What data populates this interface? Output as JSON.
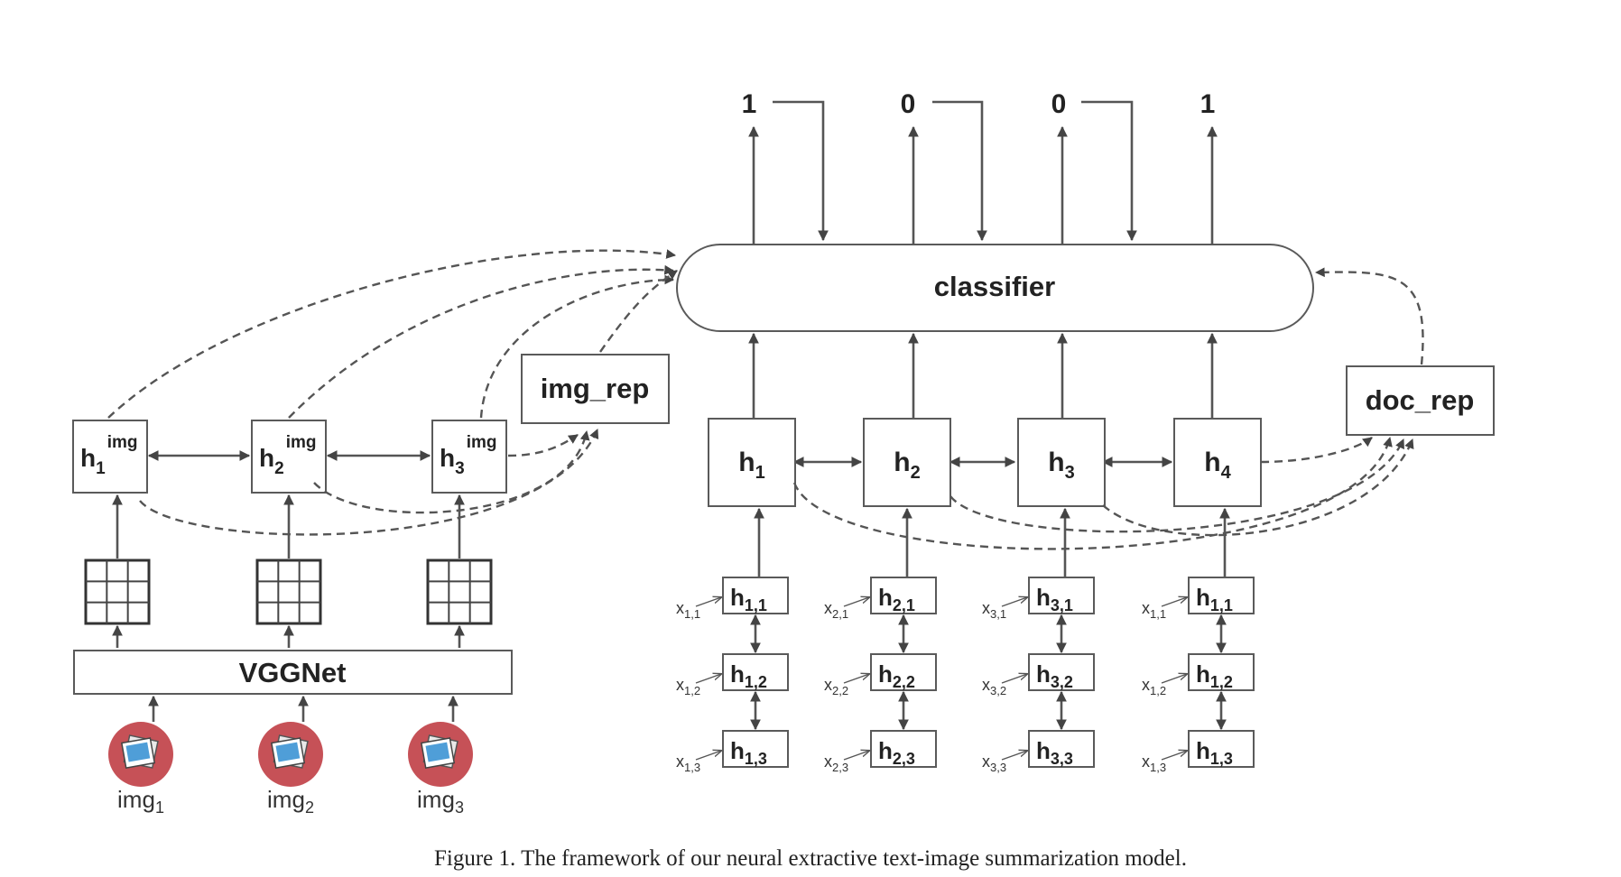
{
  "outputs": [
    "1",
    "0",
    "0",
    "1"
  ],
  "classifier_label": "classifier",
  "image_side": {
    "hidden_states": [
      {
        "base": "h",
        "sub": "1",
        "sup": "img"
      },
      {
        "base": "h",
        "sub": "2",
        "sup": "img"
      },
      {
        "base": "h",
        "sub": "3",
        "sup": "img"
      }
    ],
    "img_rep_label": "img_rep",
    "cnn_label": "VGGNet",
    "inputs": [
      {
        "base": "img",
        "sub": "1"
      },
      {
        "base": "img",
        "sub": "2"
      },
      {
        "base": "img",
        "sub": "3"
      }
    ]
  },
  "text_side": {
    "sentence_states": [
      {
        "base": "h",
        "sub": "1"
      },
      {
        "base": "h",
        "sub": "2"
      },
      {
        "base": "h",
        "sub": "3"
      },
      {
        "base": "h",
        "sub": "4"
      }
    ],
    "doc_rep_label": "doc_rep",
    "word_columns": [
      {
        "words": [
          {
            "base": "h",
            "sub": "1,1",
            "x_base": "x",
            "x_sub": "1,1"
          },
          {
            "base": "h",
            "sub": "1,2",
            "x_base": "x",
            "x_sub": "1,2"
          },
          {
            "base": "h",
            "sub": "1,3",
            "x_base": "x",
            "x_sub": "1,3"
          }
        ]
      },
      {
        "words": [
          {
            "base": "h",
            "sub": "2,1",
            "x_base": "x",
            "x_sub": "2,1"
          },
          {
            "base": "h",
            "sub": "2,2",
            "x_base": "x",
            "x_sub": "2,2"
          },
          {
            "base": "h",
            "sub": "2,3",
            "x_base": "x",
            "x_sub": "2,3"
          }
        ]
      },
      {
        "words": [
          {
            "base": "h",
            "sub": "3,1",
            "x_base": "x",
            "x_sub": "3,1"
          },
          {
            "base": "h",
            "sub": "3,2",
            "x_base": "x",
            "x_sub": "3,2"
          },
          {
            "base": "h",
            "sub": "3,3",
            "x_base": "x",
            "x_sub": "3,3"
          }
        ]
      },
      {
        "words": [
          {
            "base": "h",
            "sub": "1,1",
            "x_base": "x",
            "x_sub": "1,1"
          },
          {
            "base": "h",
            "sub": "1,2",
            "x_base": "x",
            "x_sub": "1,2"
          },
          {
            "base": "h",
            "sub": "1,3",
            "x_base": "x",
            "x_sub": "1,3"
          }
        ]
      }
    ]
  },
  "caption": "Figure 1. The framework of our neural extractive text-image summarization model."
}
